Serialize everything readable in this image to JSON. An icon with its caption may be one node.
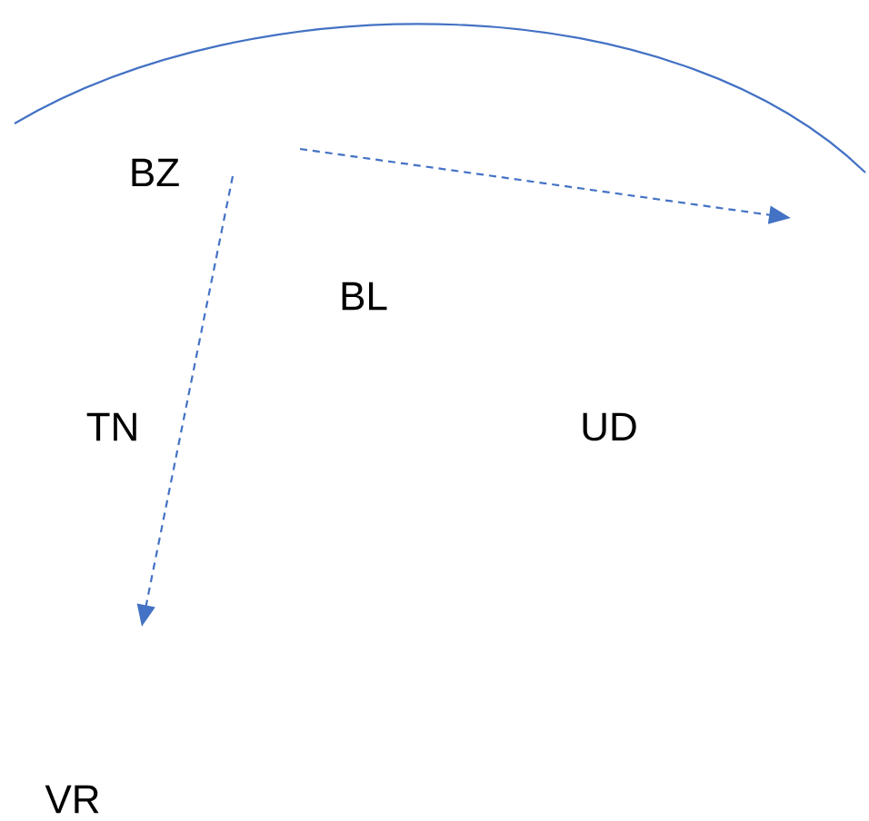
{
  "diagram": {
    "labels": [
      "BZ",
      "BL",
      "TN",
      "UD",
      "VR"
    ]
  }
}
